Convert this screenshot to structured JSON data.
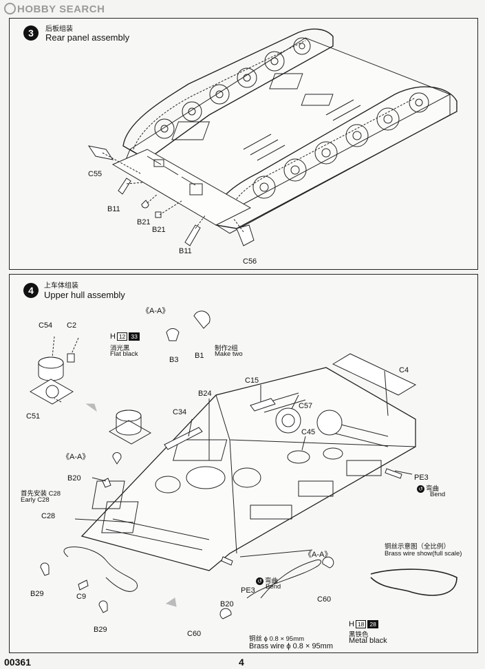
{
  "watermark": {
    "text": "HOBBY SEARCH"
  },
  "step3": {
    "number": "3",
    "title_cn": "后板组装",
    "title_en": "Rear panel assembly",
    "parts": {
      "c55": "C55",
      "b11a": "B11",
      "b21a": "B21",
      "b21b": "B21",
      "b11b": "B11",
      "c56": "C56"
    }
  },
  "step4": {
    "number": "4",
    "title_cn": "上车体组装",
    "title_en": "Upper hull assembly",
    "section_a": "《A-A》",
    "section_a2": "《A-A》",
    "section_a3": "《A-A》",
    "paint1": {
      "letter": "H",
      "code1": "12",
      "code2": "33",
      "name_cn": "消光黑",
      "name_en": "Flat black"
    },
    "paint2": {
      "letter": "H",
      "code1": "18",
      "code2": "28",
      "name_cn": "黑铁色",
      "name_en": "Metal black"
    },
    "make_two_cn": "制作2组",
    "make_two_en": "Make two",
    "early_cn": "首先安装",
    "early_code": "C28",
    "early_en": "Early C28",
    "bend_cn": "弯曲",
    "bend_en": "Bend",
    "brass_cn": "铜丝示意图（全比例）",
    "brass_en": "Brass wire show(full scale)",
    "wire_cn": "铜丝 ϕ 0.8 × 95mm",
    "wire_en": "Brass wire ϕ 0.8 × 95mm",
    "parts": {
      "c54": "C54",
      "c2": "C2",
      "b3": "B3",
      "b1": "B1",
      "c51": "C51",
      "b24": "B24",
      "c15": "C15",
      "c4": "C4",
      "c34": "C34",
      "c57": "C57",
      "c45": "C45",
      "b20a": "B20",
      "pe3a": "PE3",
      "c28": "C28",
      "b29a": "B29",
      "c9": "C9",
      "b29b": "B29",
      "pe3b": "PE3",
      "b20b": "B20",
      "c60a": "C60",
      "c60b": "C60"
    }
  },
  "footer": {
    "code": "00361",
    "page": "4"
  }
}
